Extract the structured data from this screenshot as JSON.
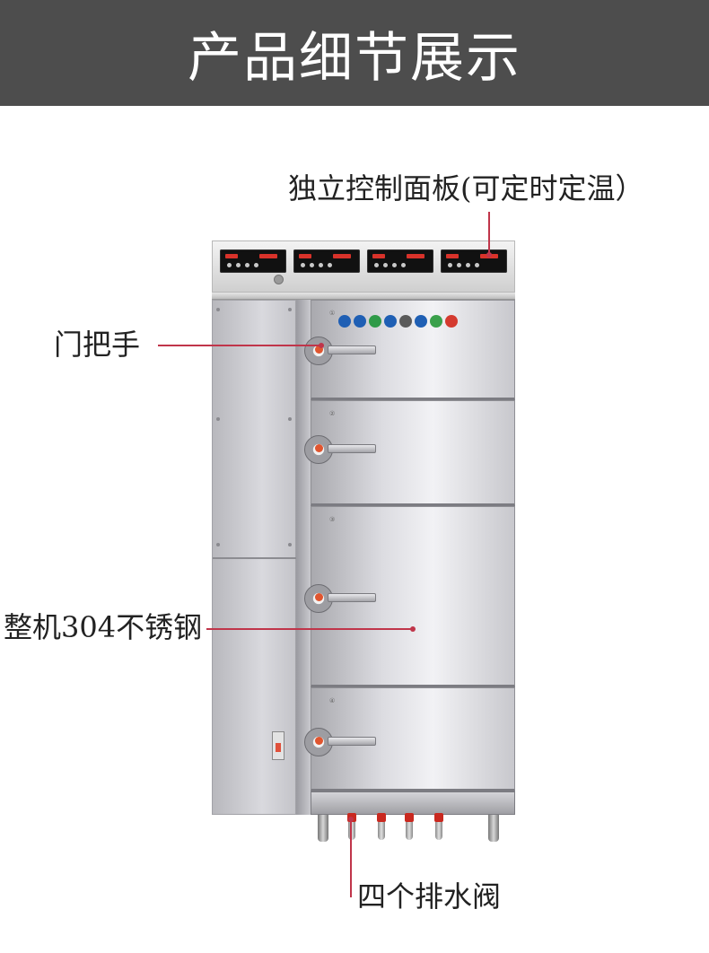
{
  "banner": {
    "title": "产品细节展示"
  },
  "callouts": {
    "control_panel": "独立控制面板(可定时定温）",
    "door_handle": "门把手",
    "material": "整机304不锈钢",
    "drain_valves": "四个排水阀"
  },
  "colors": {
    "banner_bg": "#4d4d4d",
    "leader_line": "#c0354a"
  },
  "doors": [
    {
      "number": "①"
    },
    {
      "number": "②"
    },
    {
      "number": "③"
    },
    {
      "number": "④"
    }
  ]
}
